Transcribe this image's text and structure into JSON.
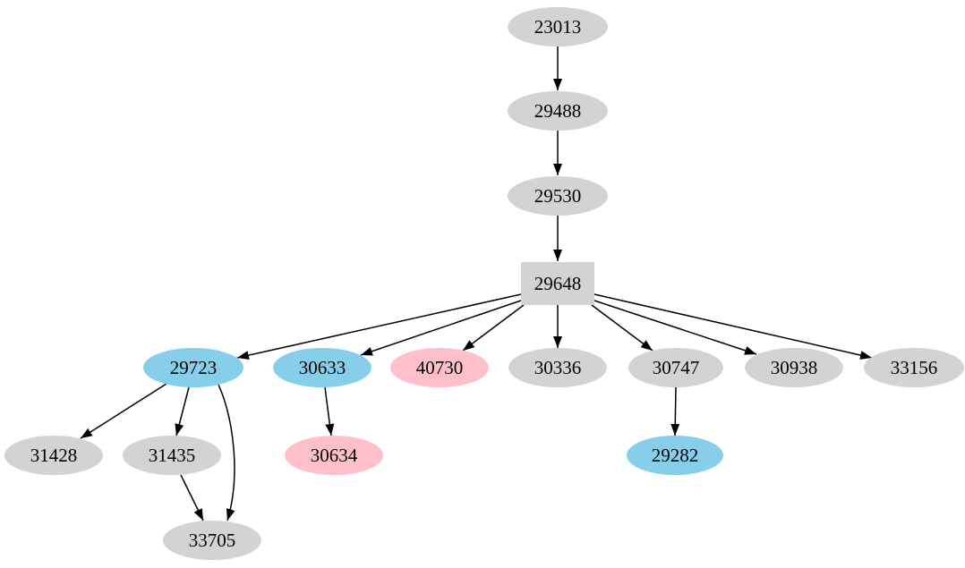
{
  "graph": {
    "type": "directed-graph",
    "background_color": "#ffffff",
    "edge_color": "#000000",
    "label_color": "#000000",
    "palette": {
      "gray": "#d3d3d3",
      "blue": "#87ceeb",
      "pink": "#ffc0cb"
    },
    "nodes": [
      {
        "id": "23013",
        "label": "23013",
        "shape": "ellipse",
        "fill": "#d3d3d3"
      },
      {
        "id": "29488",
        "label": "29488",
        "shape": "ellipse",
        "fill": "#d3d3d3"
      },
      {
        "id": "29530",
        "label": "29530",
        "shape": "ellipse",
        "fill": "#d3d3d3"
      },
      {
        "id": "29648",
        "label": "29648",
        "shape": "box",
        "fill": "#d3d3d3"
      },
      {
        "id": "29723",
        "label": "29723",
        "shape": "ellipse",
        "fill": "#87ceeb"
      },
      {
        "id": "30633",
        "label": "30633",
        "shape": "ellipse",
        "fill": "#87ceeb"
      },
      {
        "id": "40730",
        "label": "40730",
        "shape": "ellipse",
        "fill": "#ffc0cb"
      },
      {
        "id": "30336",
        "label": "30336",
        "shape": "ellipse",
        "fill": "#d3d3d3"
      },
      {
        "id": "30747",
        "label": "30747",
        "shape": "ellipse",
        "fill": "#d3d3d3"
      },
      {
        "id": "30938",
        "label": "30938",
        "shape": "ellipse",
        "fill": "#d3d3d3"
      },
      {
        "id": "33156",
        "label": "33156",
        "shape": "ellipse",
        "fill": "#d3d3d3"
      },
      {
        "id": "31428",
        "label": "31428",
        "shape": "ellipse",
        "fill": "#d3d3d3"
      },
      {
        "id": "31435",
        "label": "31435",
        "shape": "ellipse",
        "fill": "#d3d3d3"
      },
      {
        "id": "30634",
        "label": "30634",
        "shape": "ellipse",
        "fill": "#ffc0cb"
      },
      {
        "id": "29282",
        "label": "29282",
        "shape": "ellipse",
        "fill": "#87ceeb"
      },
      {
        "id": "33705",
        "label": "33705",
        "shape": "ellipse",
        "fill": "#d3d3d3"
      }
    ],
    "edges": [
      {
        "from": "23013",
        "to": "29488"
      },
      {
        "from": "29488",
        "to": "29530"
      },
      {
        "from": "29530",
        "to": "29648"
      },
      {
        "from": "29648",
        "to": "29723"
      },
      {
        "from": "29648",
        "to": "30633"
      },
      {
        "from": "29648",
        "to": "40730"
      },
      {
        "from": "29648",
        "to": "30336"
      },
      {
        "from": "29648",
        "to": "30747"
      },
      {
        "from": "29648",
        "to": "30938"
      },
      {
        "from": "29648",
        "to": "33156"
      },
      {
        "from": "29723",
        "to": "31428"
      },
      {
        "from": "29723",
        "to": "31435"
      },
      {
        "from": "29723",
        "to": "33705"
      },
      {
        "from": "31435",
        "to": "33705"
      },
      {
        "from": "30633",
        "to": "30634"
      },
      {
        "from": "30747",
        "to": "29282"
      }
    ]
  }
}
